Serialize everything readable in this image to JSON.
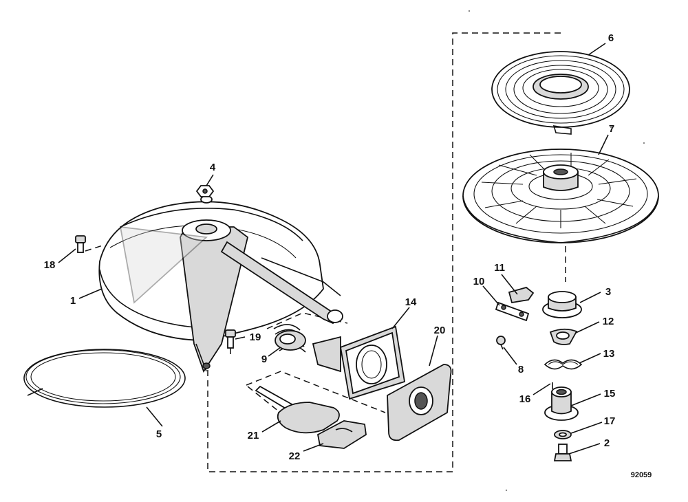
{
  "diagram": {
    "drawing_number": "92059",
    "parts": [
      {
        "id": "1",
        "label": "1",
        "icon": "starter-housing"
      },
      {
        "id": "2",
        "label": "2",
        "icon": "screw"
      },
      {
        "id": "3",
        "label": "3",
        "icon": "pawl-retainer"
      },
      {
        "id": "4",
        "label": "4",
        "icon": "nut"
      },
      {
        "id": "5",
        "label": "5",
        "icon": "starter-rope"
      },
      {
        "id": "6",
        "label": "6",
        "icon": "rewind-spring"
      },
      {
        "id": "7",
        "label": "7",
        "icon": "pulley"
      },
      {
        "id": "8",
        "label": "8",
        "icon": "screw"
      },
      {
        "id": "9",
        "label": "9",
        "icon": "spring"
      },
      {
        "id": "10",
        "label": "10",
        "icon": "pawl-plate"
      },
      {
        "id": "11",
        "label": "11",
        "icon": "pawl"
      },
      {
        "id": "12",
        "label": "12",
        "icon": "friction-ring"
      },
      {
        "id": "13",
        "label": "13",
        "icon": "spring-clip"
      },
      {
        "id": "14",
        "label": "14",
        "icon": "rope-guide"
      },
      {
        "id": "15",
        "label": "15",
        "icon": "bushing"
      },
      {
        "id": "16",
        "label": "16",
        "icon": "pin"
      },
      {
        "id": "17",
        "label": "17",
        "icon": "washer"
      },
      {
        "id": "18",
        "label": "18",
        "icon": "screw"
      },
      {
        "id": "19",
        "label": "19",
        "icon": "screw"
      },
      {
        "id": "20",
        "label": "20",
        "icon": "cover-plate"
      },
      {
        "id": "21",
        "label": "21",
        "icon": "handle"
      },
      {
        "id": "22",
        "label": "22",
        "icon": "anchor"
      }
    ]
  }
}
